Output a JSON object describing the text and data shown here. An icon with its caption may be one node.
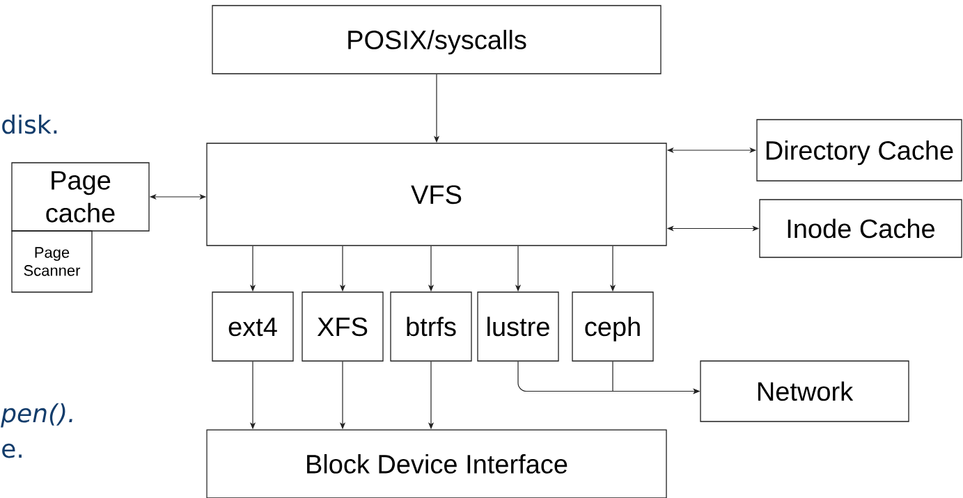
{
  "diagram": {
    "nodes": [
      {
        "text": [
          "POSIX/syscalls"
        ]
      },
      {
        "text": [
          "VFS"
        ]
      },
      {
        "text": [
          "Page cache"
        ]
      },
      {
        "text": [
          "Page Scanner"
        ]
      },
      {
        "text": [
          "Directory Cache"
        ]
      },
      {
        "text": [
          "Inode Cache"
        ]
      },
      {
        "text": [
          "ext4"
        ]
      },
      {
        "text": [
          "XFS"
        ]
      },
      {
        "text": [
          "btrfs"
        ]
      },
      {
        "text": [
          "lustre"
        ]
      },
      {
        "text": [
          "ceph"
        ]
      },
      {
        "text": [
          "Network"
        ]
      },
      {
        "text": [
          "Block Device Interface"
        ]
      }
    ],
    "edges": [
      {
        "from": 0,
        "to": 1,
        "arrow": "to"
      },
      {
        "from": 1,
        "to": 2,
        "arrow": "both"
      },
      {
        "from": 1,
        "to": 4,
        "arrow": "both"
      },
      {
        "from": 1,
        "to": 5,
        "arrow": "both"
      },
      {
        "from": 1,
        "to": 6,
        "arrow": "to"
      },
      {
        "from": 1,
        "to": 7,
        "arrow": "to"
      },
      {
        "from": 1,
        "to": 8,
        "arrow": "to"
      },
      {
        "from": 1,
        "to": 9,
        "arrow": "to"
      },
      {
        "from": 1,
        "to": 10,
        "arrow": "to"
      },
      {
        "from": 6,
        "to": 12,
        "arrow": "to"
      },
      {
        "from": 7,
        "to": 12,
        "arrow": "to"
      },
      {
        "from": 8,
        "to": 12,
        "arrow": "to"
      },
      {
        "from": 9,
        "to": 11,
        "arrow": "to"
      },
      {
        "from": 10,
        "to": 11,
        "arrow": "to"
      }
    ],
    "labels": [
      "disk.",
      "pen().",
      "e."
    ]
  }
}
